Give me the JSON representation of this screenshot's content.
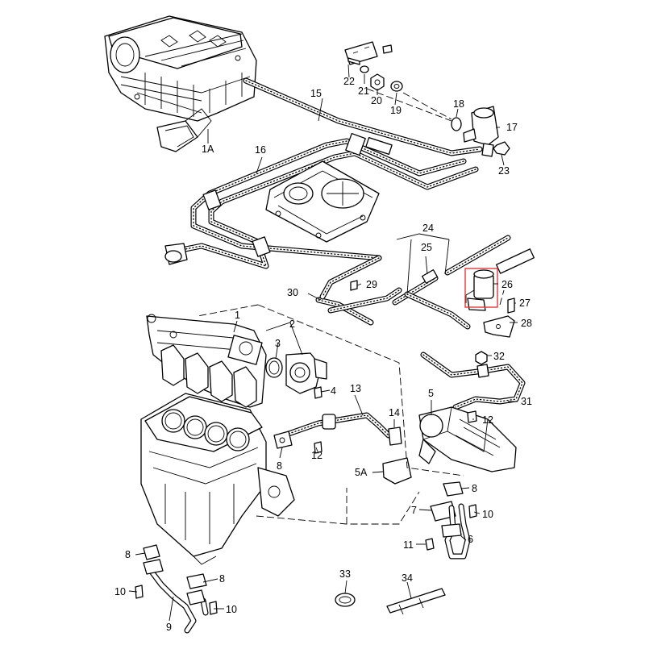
{
  "labels": {
    "p1A": "1A",
    "p1": "1",
    "p2": "2",
    "p3": "3",
    "p4": "4",
    "p5": "5",
    "p5A": "5A",
    "p6": "6",
    "p7": "7",
    "p8a": "8",
    "p8b": "8",
    "p8c": "8",
    "p8d": "8",
    "p9": "9",
    "p10a": "10",
    "p10b": "10",
    "p10c": "10",
    "p11": "11",
    "p12a": "12",
    "p12b": "12",
    "p13": "13",
    "p14": "14",
    "p15": "15",
    "p16": "16",
    "p17": "17",
    "p18": "18",
    "p19": "19",
    "p20": "20",
    "p21": "21",
    "p22": "22",
    "p23": "23",
    "p24": "24",
    "p25": "25",
    "p26": "26",
    "p27": "27",
    "p28": "28",
    "p29": "29",
    "p30": "30",
    "p31": "31",
    "p32": "32",
    "p33": "33",
    "p34": "34"
  },
  "highlight": {
    "part": "26",
    "color": "#e53935"
  }
}
